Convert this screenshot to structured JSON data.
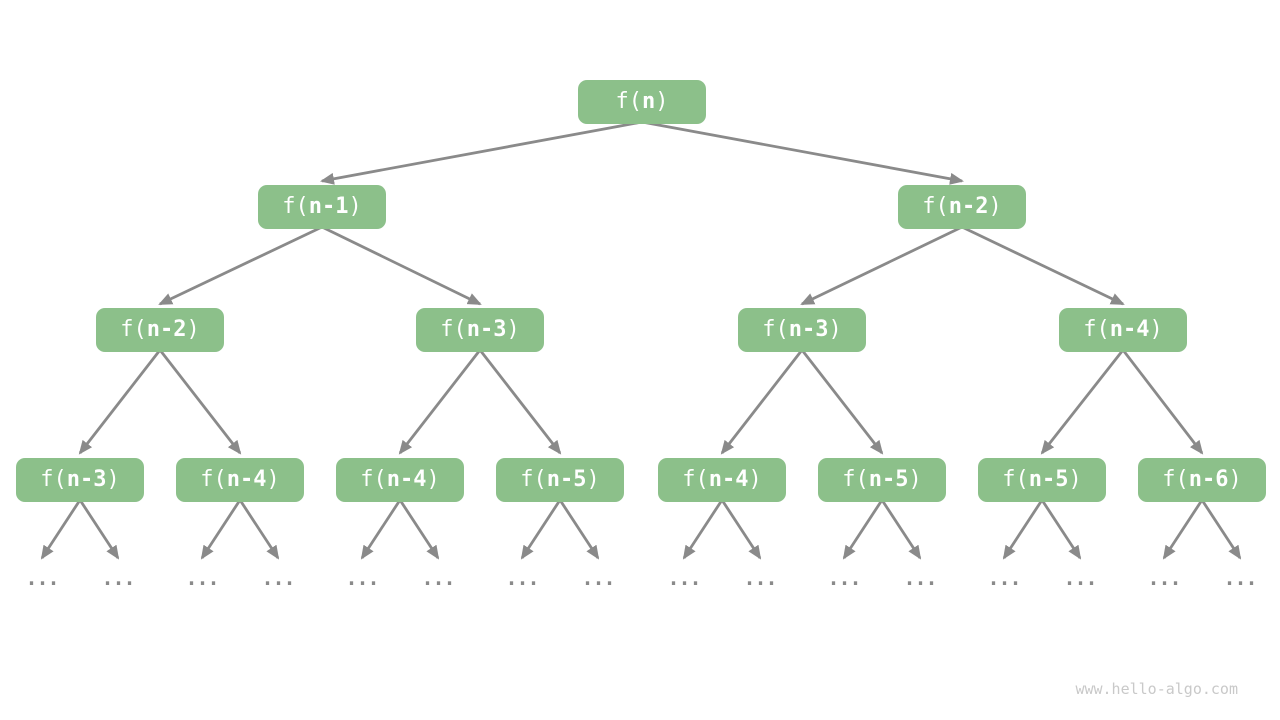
{
  "node": {
    "prefix": "f(",
    "suffix": ")"
  },
  "tree": {
    "levels": [
      {
        "nodes": [
          "n"
        ]
      },
      {
        "nodes": [
          "n-1",
          "n-2"
        ]
      },
      {
        "nodes": [
          "n-2",
          "n-3",
          "n-3",
          "n-4"
        ]
      },
      {
        "nodes": [
          "n-3",
          "n-4",
          "n-4",
          "n-5",
          "n-4",
          "n-5",
          "n-5",
          "n-6"
        ]
      }
    ],
    "ellipsis": "..."
  },
  "watermark": "www.hello-algo.com",
  "colors": {
    "node_fill": "#8CC08A",
    "node_text": "#FFFFFF",
    "arrow": "#8A8A8A",
    "ellipsis": "#8A8A8A",
    "watermark": "#C9C9C9",
    "background": "#FFFFFF"
  }
}
